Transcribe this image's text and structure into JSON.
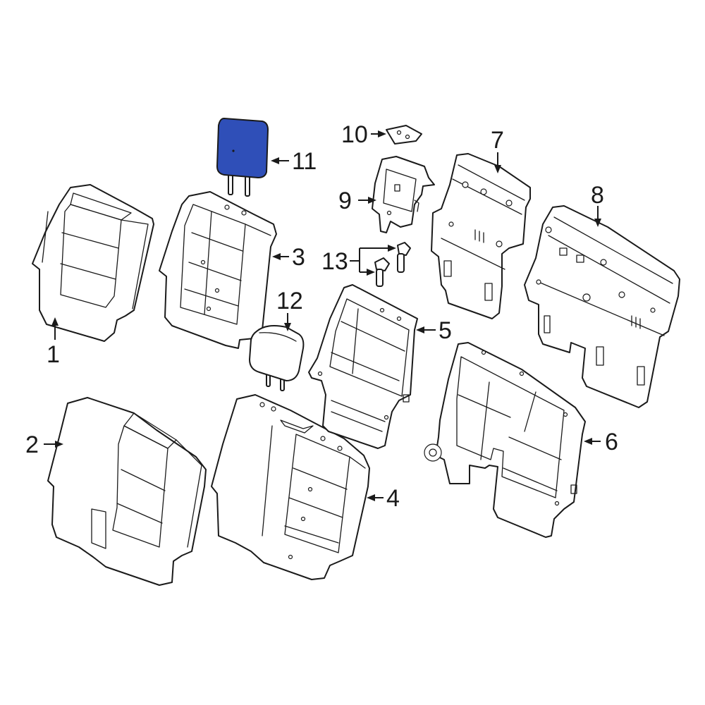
{
  "callouts": {
    "c1": "1",
    "c2": "2",
    "c3": "3",
    "c4": "4",
    "c5": "5",
    "c6": "6",
    "c7": "7",
    "c8": "8",
    "c9": "9",
    "c10": "10",
    "c11": "11",
    "c12": "12",
    "c13": "13"
  },
  "colors": {
    "highlight": "#2f4fb8",
    "line": "#1a1a1a",
    "background": "#ffffff"
  },
  "highlighted_part": "11"
}
